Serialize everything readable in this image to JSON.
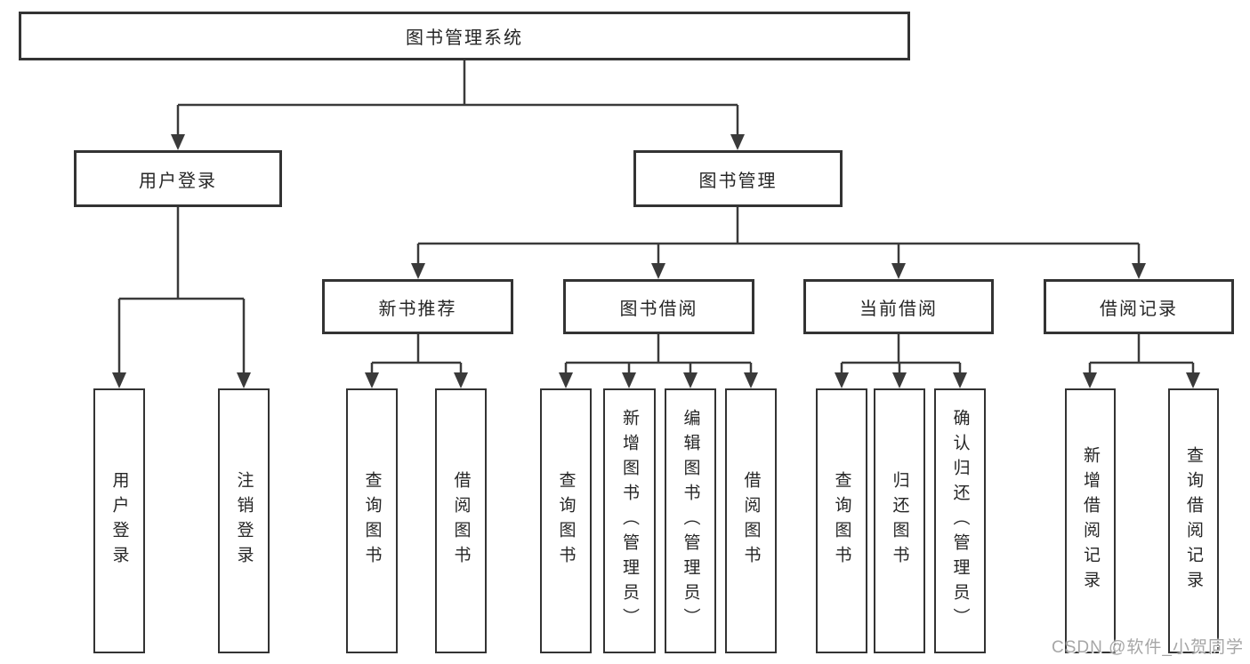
{
  "tree": {
    "root": {
      "label": "图书管理系统"
    },
    "branches": [
      {
        "label": "用户登录",
        "leaves": [
          {
            "label": "用户登录"
          },
          {
            "label": "注销登录"
          }
        ]
      },
      {
        "label": "图书管理",
        "groups": [
          {
            "label": "新书推荐",
            "leaves": [
              {
                "label": "查询图书"
              },
              {
                "label": "借阅图书"
              }
            ]
          },
          {
            "label": "图书借阅",
            "leaves": [
              {
                "label": "查询图书"
              },
              {
                "label": "新增图书（管理员）"
              },
              {
                "label": "编辑图书（管理员）"
              },
              {
                "label": "借阅图书"
              }
            ]
          },
          {
            "label": "当前借阅",
            "leaves": [
              {
                "label": "查询图书"
              },
              {
                "label": "归还图书"
              },
              {
                "label": "确认归还（管理员）"
              }
            ]
          },
          {
            "label": "借阅记录",
            "leaves": [
              {
                "label": "新增借阅记录"
              },
              {
                "label": "查询借阅记录"
              }
            ]
          }
        ]
      }
    ]
  },
  "watermark": {
    "text": "CSDN @软件_小贺同学"
  },
  "colors": {
    "line": "#3a3a3a",
    "box_border": "#333333",
    "text": "#262626",
    "background": "#ffffff",
    "watermark": "#a6a6a6"
  }
}
